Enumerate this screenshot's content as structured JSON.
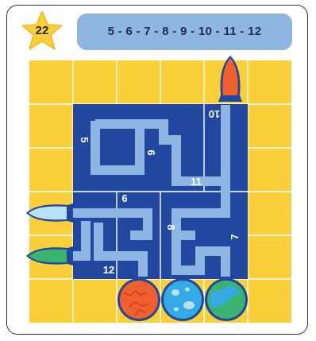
{
  "puzzle": {
    "number": "22",
    "sequence": "5 - 6 - 7 - 8 - 9 - 10 - 11 - 12",
    "labels": [
      "10",
      "5",
      "9",
      "11",
      "6",
      "8",
      "7",
      "12"
    ]
  },
  "icons": {
    "badge": "star-icon",
    "rockets": [
      "red-rocket-icon",
      "light-blue-rocket-icon",
      "green-rocket-icon"
    ],
    "planets": [
      "red-planet-icon",
      "blue-planet-icon",
      "green-planet-icon"
    ]
  },
  "colors": {
    "board_yellow": "#f9cf3a",
    "maze_dark_blue": "#21489e",
    "path_light_blue": "#8fb6e3",
    "star_yellow": "#f9cf3a",
    "rocket_red": "#f0602f",
    "rocket_light_blue": "#b8e1f7",
    "rocket_green": "#3bb370",
    "planet_red": "#f0602f",
    "planet_blue": "#36a9e8",
    "planet_green": "#3bb370"
  }
}
